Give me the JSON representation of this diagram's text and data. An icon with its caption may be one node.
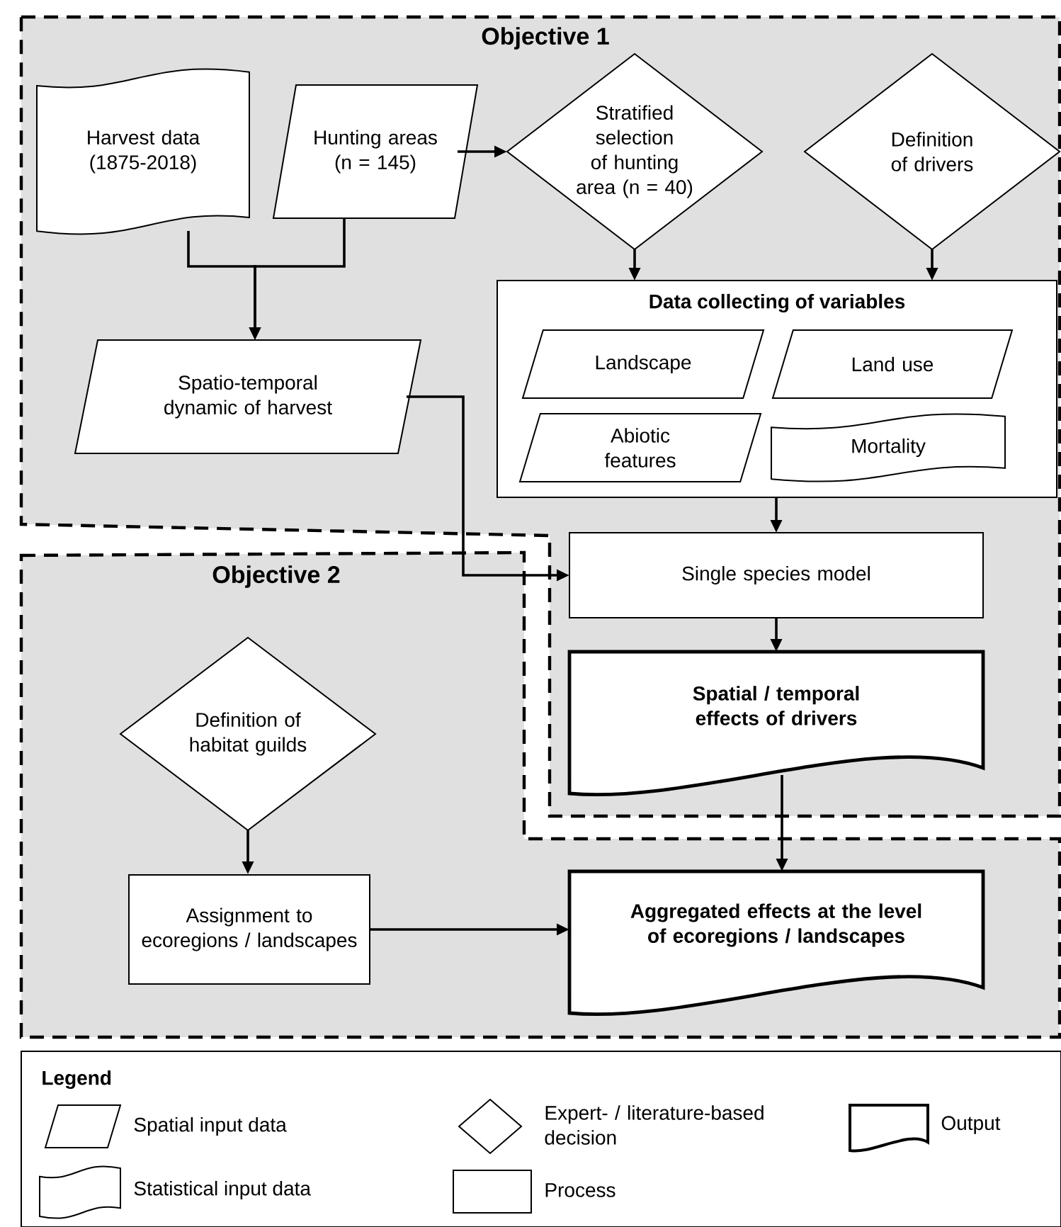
{
  "diagram": {
    "nodes": [
      {
        "text": [
          "Objective 1"
        ]
      },
      {
        "text": [
          "Objective 2"
        ]
      },
      {
        "text": [
          "Harvest data (1875-2018)"
        ],
        "in": 0
      },
      {
        "text": [
          "Hunting areas (n = 145)"
        ],
        "in": 0
      },
      {
        "text": [
          "Stratified selection of hunting area (n = 40)"
        ],
        "in": 0
      },
      {
        "text": [
          "Definition of drivers"
        ],
        "in": 0
      },
      {
        "text": [
          "Data collecting of variables"
        ],
        "in": 0
      },
      {
        "text": [
          "Landscape"
        ],
        "in": 6
      },
      {
        "text": [
          "Land use"
        ],
        "in": 6
      },
      {
        "text": [
          "Abiotic features"
        ],
        "in": 6
      },
      {
        "text": [
          "Mortality"
        ],
        "in": 6
      },
      {
        "text": [
          "Spatio-temporal dynamic of harvest"
        ],
        "in": 0
      },
      {
        "text": [
          "Single species model"
        ],
        "in": 0
      },
      {
        "text": [
          "Spatial / temporal effects of drivers"
        ],
        "in": 0
      },
      {
        "text": [
          "Definition of habitat guilds"
        ],
        "in": 1
      },
      {
        "text": [
          "Assignment to ecoregions / landscapes"
        ],
        "in": 1
      },
      {
        "text": [
          "Aggregated effects at the level of ecoregions / landscapes"
        ],
        "in": 1
      }
    ],
    "edges": [
      {
        "from": 2,
        "to": 11,
        "arrow": "to"
      },
      {
        "from": 3,
        "to": 11,
        "arrow": "to"
      },
      {
        "from": 3,
        "to": 4,
        "arrow": "to"
      },
      {
        "from": 4,
        "to": 6,
        "arrow": "to"
      },
      {
        "from": 5,
        "to": 6,
        "arrow": "to"
      },
      {
        "from": 6,
        "to": 12,
        "arrow": "to"
      },
      {
        "from": 11,
        "to": 12,
        "arrow": "to"
      },
      {
        "from": 12,
        "to": 13,
        "arrow": "to"
      },
      {
        "from": 13,
        "to": 16,
        "arrow": "to"
      },
      {
        "from": 14,
        "to": 15,
        "arrow": "to"
      },
      {
        "from": 15,
        "to": 16,
        "arrow": "to"
      }
    ],
    "labels": [
      "Legend"
    ],
    "legend": [
      {
        "text": "Spatial input data"
      },
      {
        "text": "Expert- / literature-based decision"
      },
      {
        "text": "Output"
      },
      {
        "text": "Statistical input data"
      },
      {
        "text": "Process"
      }
    ]
  }
}
